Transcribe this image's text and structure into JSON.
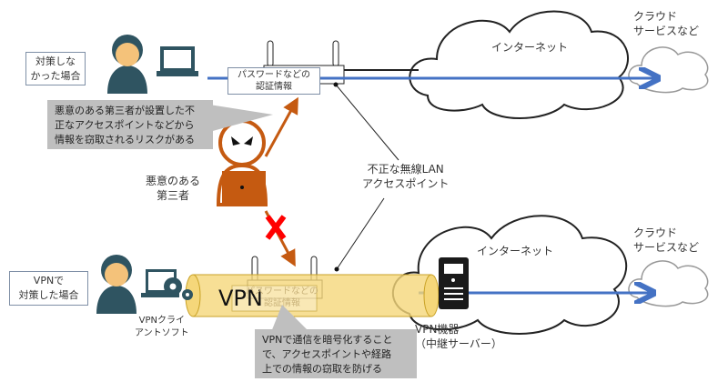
{
  "top": {
    "case_label": "対策しな\nかった場合",
    "auth_label": "パスワードなどの\n認証情報",
    "internet": "インターネット",
    "cloud_service": "クラウド\nサービスなど",
    "risk_callout": "悪意のある第三者が設置した不\n正なアクセスポイントなどから\n情報を窃取されるリスクがある",
    "attacker_label": "悪意のある\n第三者"
  },
  "middle": {
    "rogue_ap": "不正な無線LAN\nアクセスポイント"
  },
  "bottom": {
    "case_label": "VPNで\n対策した場合",
    "client_label": "VPNクライ\nアントソフト",
    "vpn": "VPN",
    "auth_label": "パスワードなどの\n認証情報",
    "internet": "インターネット",
    "cloud_service": "クラウド\nサービスなど",
    "vpn_device": "VPN機器\n（中継サーバー）",
    "vpn_callout": "VPNで通信を暗号化すること\nで、アクセスポイントや経路\n上での情報の窃取を防げる"
  },
  "colors": {
    "line": "#4472c4",
    "attack": "#c55a11",
    "tunnel": "#f5d77a",
    "person": "#2f5461",
    "skin": "#f4c27a",
    "block": "#ff0000"
  }
}
